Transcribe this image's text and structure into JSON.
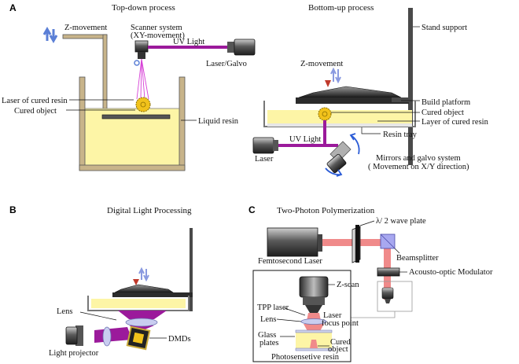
{
  "panel_a": {
    "letter": "A",
    "title_top_down": "Top-down process",
    "title_bottom_up": "Bottom-up process",
    "z_movement_left": "Z-movement",
    "scanner_line1": "Scanner  system",
    "scanner_line2": "(XY-movement)",
    "uv_light_top": "UV Light",
    "laser_galvo": "Laser/Galvo",
    "laser_cured_resin": "Laser of cured resin",
    "cured_object_left": "Cured object",
    "liquid_resin": "Liquid resin",
    "stand_support": "Stand support",
    "z_movement_right": "Z-movement",
    "build_platform": "Build platform",
    "cured_object_right": "Cured object",
    "layer_cured_resin": "Layer of cured resin",
    "resin_tray": "Resin tray",
    "uv_light_bottom": "UV Light",
    "laser_bottom": "Laser",
    "mirrors_line1": "Mirrors and galvo system",
    "mirrors_line2": "( Movement on X/Y direction)"
  },
  "panel_b": {
    "letter": "B",
    "title": "Digital Light Processing",
    "lens": "Lens",
    "light_projector": "Light projector",
    "dmds": "DMDs"
  },
  "panel_c": {
    "letter": "C",
    "title": "Two-Photon Polymerization",
    "wave_plate": "λ/ 2 wave plate",
    "femtosecond_laser": "Femtosecond Laser",
    "beamsplitter": "Beamsplitter",
    "aom": "Acousto-optic Modulator",
    "z_scan": "Z-scan",
    "tpp_laser": "TPP laser",
    "lens": "Lens",
    "laser_focus_line1": "Laser",
    "laser_focus_line2": "focus point",
    "glass_line1": "Glass",
    "glass_line2": "plates",
    "cured_line1": "Cured",
    "cured_line2": "object",
    "photosensitive_resin": "Photosensetive resin"
  },
  "colors": {
    "uv_beam": "#9b1a9b",
    "resin": "#fdf5a6",
    "tray_wood": "#c8b48a",
    "tpp_beam": "#f08a8a",
    "arrow_blue": "#5b7fd6"
  }
}
